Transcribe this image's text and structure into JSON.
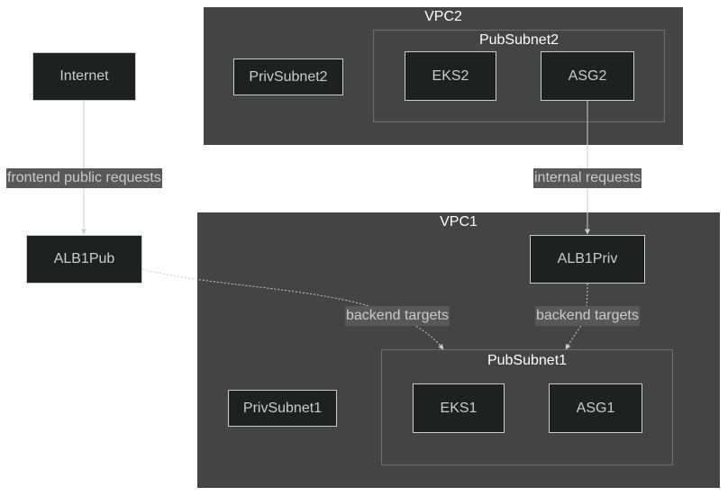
{
  "nodes": {
    "internet": "Internet",
    "alb1pub": "ALB1Pub",
    "alb1priv": "ALB1Priv",
    "privsubnet2": "PrivSubnet2",
    "eks2": "EKS2",
    "asg2": "ASG2",
    "privsubnet1": "PrivSubnet1",
    "eks1": "EKS1",
    "asg1": "ASG1"
  },
  "clusters": {
    "vpc2": "VPC2",
    "pubsubnet2": "PubSubnet2",
    "vpc1": "VPC1",
    "pubsubnet1": "PubSubnet1"
  },
  "edges": {
    "internet_to_alb1pub": "frontend public requests",
    "asg2_to_alb1priv": "internal requests",
    "alb1pub_to_pubsubnet1": "backend targets",
    "alb1priv_to_pubsubnet1": "backend targets"
  },
  "colors": {
    "cluster_bg": "#444444",
    "node_bg": "#1f2020",
    "node_border": "#cccccc",
    "text": "#cccccc",
    "edge_label_bg": "#585858"
  }
}
